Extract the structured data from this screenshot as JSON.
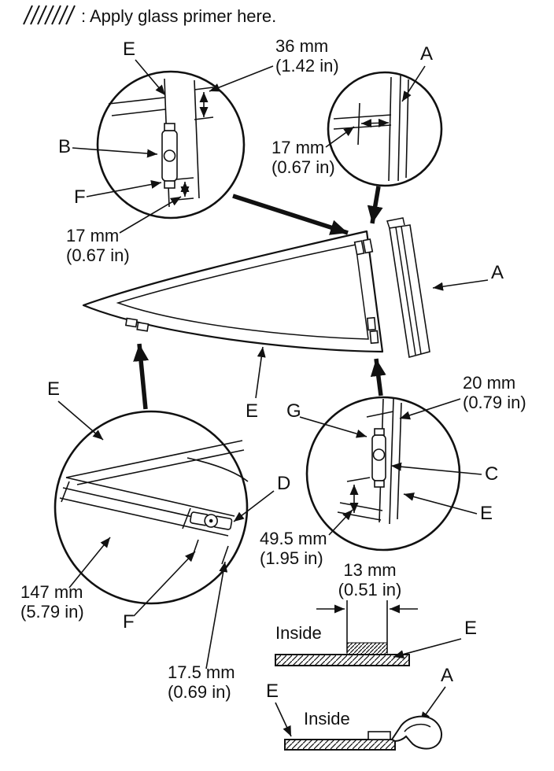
{
  "legend": {
    "note": ": Apply glass primer here."
  },
  "labels": {
    "a": "A",
    "b": "B",
    "c": "C",
    "d": "D",
    "e": "E",
    "f": "F",
    "g": "G",
    "inside": "Inside"
  },
  "dims": {
    "top_gap": {
      "mm": "36 mm",
      "in": "(1.42 in)"
    },
    "front_upper": {
      "mm": "17 mm",
      "in": "(0.67 in)"
    },
    "rear_upper": {
      "mm": "17 mm",
      "in": "(0.67 in)"
    },
    "rear_top": {
      "mm": "20 mm",
      "in": "(0.79 in)"
    },
    "rear_height": {
      "mm": "49.5 mm",
      "in": "(1.95 in)"
    },
    "bottom_strip": {
      "mm": "147 mm",
      "in": "(5.79 in)"
    },
    "bottom_clip": {
      "mm": "17.5 mm",
      "in": "(0.69 in)"
    },
    "primer_width": {
      "mm": "13 mm",
      "in": "(0.51 in)"
    }
  }
}
